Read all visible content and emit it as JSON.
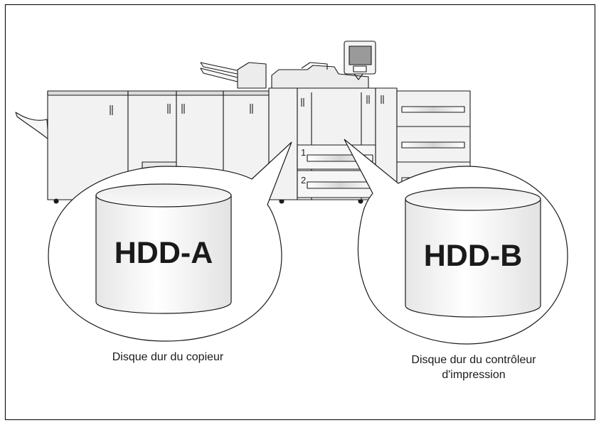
{
  "disks": {
    "a": {
      "label": "HDD-A",
      "caption": "Disque dur du copieur"
    },
    "b": {
      "label": "HDD-B",
      "caption_line1": "Disque dur du contrôleur",
      "caption_line2": "d'impression"
    }
  },
  "trays": {
    "tray1": "1",
    "tray2": "2"
  },
  "colors": {
    "outline": "#1a1a1a",
    "panel": "#f1f1f1",
    "panel_shade": "#dcdcdc",
    "screen": "#9a9a9a"
  }
}
